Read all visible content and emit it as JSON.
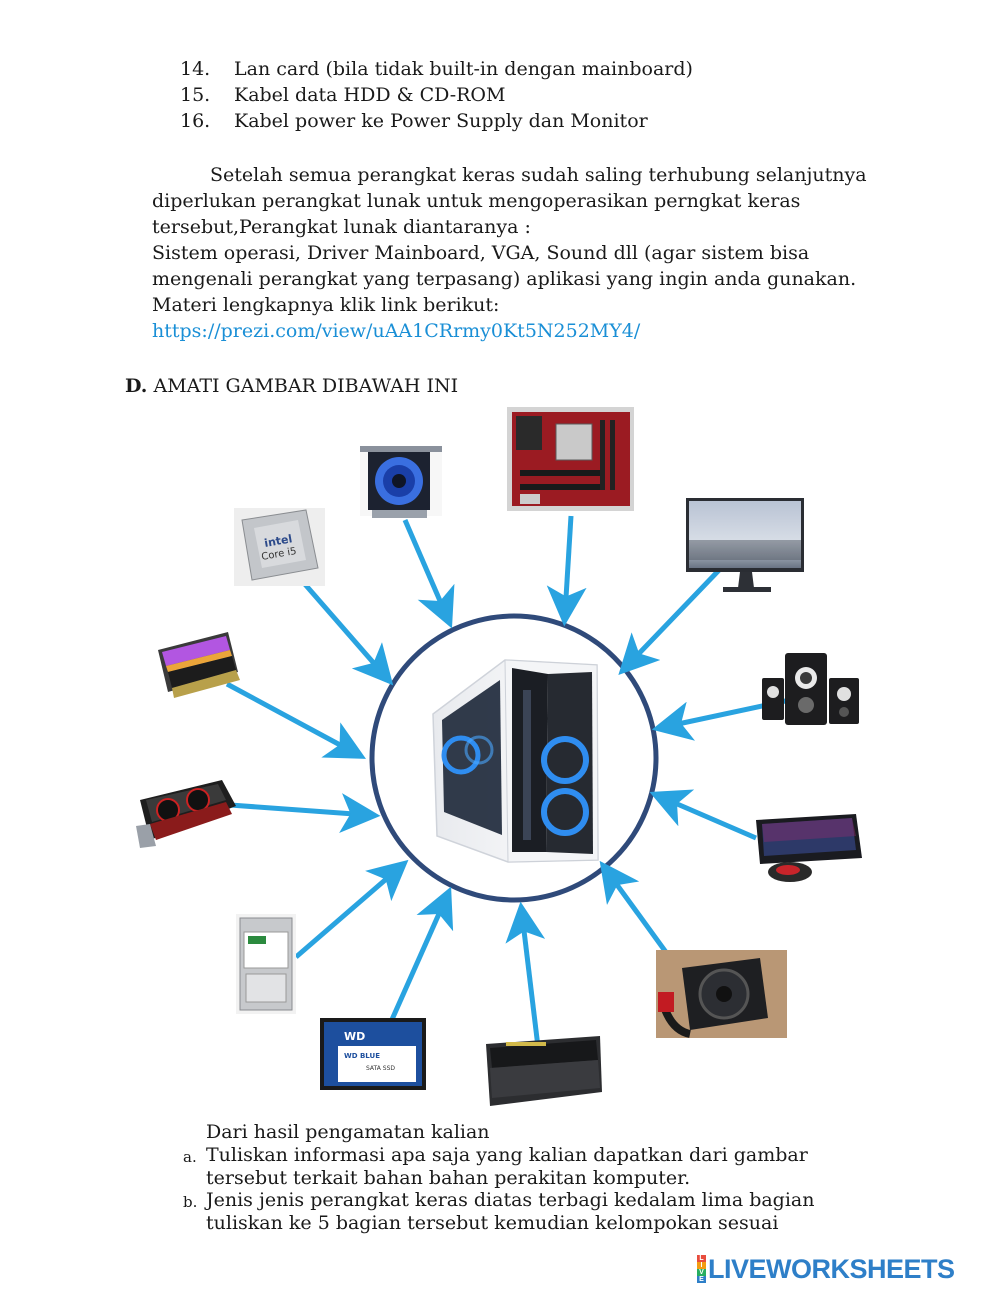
{
  "list": [
    {
      "num": "14.",
      "text": "Lan card (bila tidak built-in dengan mainboard)"
    },
    {
      "num": "15.",
      "text": "Kabel data HDD & CD-ROM"
    },
    {
      "num": "16.",
      "text": "Kabel power ke Power Supply dan Monitor"
    }
  ],
  "paragraph": [
    "Setelah semua perangkat keras sudah saling terhubung selanjutnya",
    "diperlukan perangkat lunak untuk mengoperasikan perngkat keras",
    "tersebut,Perangkat lunak diantaranya :",
    "Sistem operasi, Driver Mainboard, VGA, Sound dll (agar sistem bisa",
    "mengenali perangkat yang terpasang) aplikasi yang ingin anda gunakan.",
    "Materi lengkapnya klik link berikut:"
  ],
  "link": "https://prezi.com/view/uAA1CRrmy0Kt5N252MY4/",
  "section": {
    "letter": "D.",
    "title": "AMATI GAMBAR DIBAWAH INI"
  },
  "images": {
    "intel_logo": "intel",
    "intel_core": "Core i5",
    "ssd_brand": "WD",
    "ssd_label": "WD BLUE",
    "ssd_sub": "SATA SSD"
  },
  "questions": {
    "intro": "Dari hasil pengamatan kalian",
    "a_letter": "a.",
    "a_line1": "Tuliskan informasi apa saja yang kalian  dapatkan dari gambar",
    "a_line2": "tersebut terkait bahan bahan perakitan komputer.",
    "b_letter": "b.",
    "b_line1": "Jenis jenis perangkat keras diatas terbagi kedalam lima bagian",
    "b_line2": "tuliskan ke 5 bagian tersebut kemudian kelompokan sesuai"
  },
  "brand": {
    "live_letters": [
      "L",
      "I",
      "V",
      "E"
    ],
    "name": "LIVEWORKSHEETS"
  },
  "colors": {
    "arrow": "#29a3e0",
    "circle": "#2f4a7a",
    "link": "#1a8fd6",
    "brand": "#2e7fc8"
  }
}
